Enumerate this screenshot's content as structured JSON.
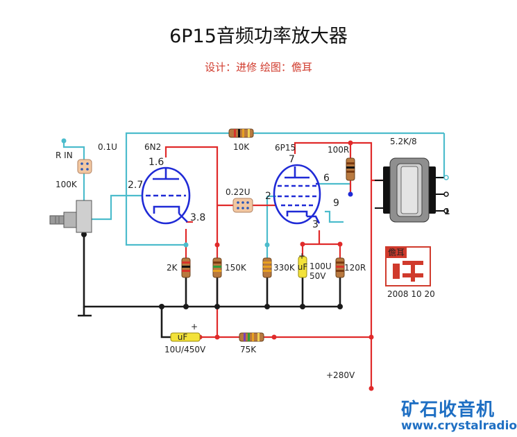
{
  "title": "6P15音频功率放大器",
  "subtitle": "设计：进修  绘图：儋耳",
  "labels": {
    "r_in": "R IN",
    "c_in": "0.1U",
    "pot": "100K",
    "v1_name": "6N2",
    "v1_pin_1_6": "1.6",
    "v1_pin_2_7": "2.7",
    "v1_pin_3_8": "3.8",
    "r_fb": "10K",
    "c_couple": "0.22U",
    "v2_name": "6P15",
    "v2_pin_7": "7",
    "v2_pin_6": "6",
    "v2_pin_2": "2",
    "v2_pin_9": "9",
    "v2_pin_3": "3",
    "r_g2": "100R",
    "transformer": "5.2K/8",
    "out_pin": "1",
    "r_2k": "2K",
    "r_150k": "150K",
    "r_330k": "330K",
    "c_100u": "100U",
    "c_100u_v": "50V",
    "r_120r": "120R",
    "c_filter": "10U/450V",
    "r_75k": "75K",
    "b_plus": "+280V",
    "date": "2008 10 20",
    "seal": "儋耳",
    "cap_mark": "uF",
    "plus": "+"
  },
  "footer": {
    "logo": "矿石收音机",
    "url": "www.crystalradio.cn"
  },
  "colors": {
    "wire_red": "#e02a2a",
    "wire_black": "#1a1a1a",
    "wire_cyan": "#4cbccc",
    "tube": "#1f2ad6",
    "subtitle": "#d03a2c",
    "brand": "#1f6fc3"
  }
}
